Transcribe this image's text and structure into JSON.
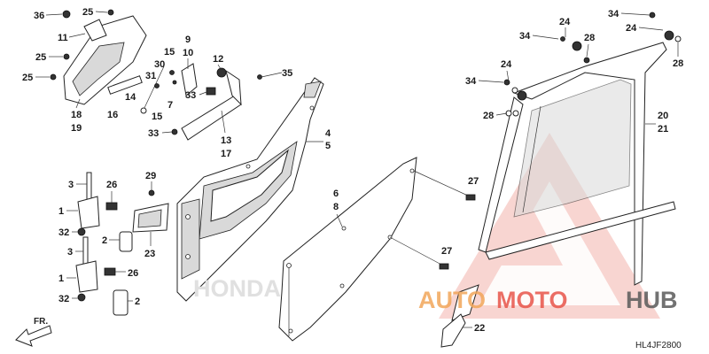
{
  "diagram": {
    "code": "HL4JF2800",
    "direction_label": "FR.",
    "engraved_brand": "HONDA",
    "callouts": {
      "c36": "36",
      "c25a": "25",
      "c11": "11",
      "c25b": "25",
      "c25c": "25",
      "c18": "18",
      "c19": "19",
      "c16": "16",
      "c14": "14",
      "c15a": "15",
      "c31": "31",
      "c30": "30",
      "c15b": "15",
      "c9": "9",
      "c10": "10",
      "c7": "7",
      "c12": "12",
      "c33a": "33",
      "c35": "35",
      "c33b": "33",
      "c13": "13",
      "c17": "17",
      "c4": "4",
      "c5": "5",
      "c3a": "3",
      "c26a": "26",
      "c1a": "1",
      "c32a": "32",
      "c2a": "2",
      "c29": "29",
      "c23": "23",
      "c3b": "3",
      "c1b": "1",
      "c26b": "26",
      "c32b": "32",
      "c2b": "2",
      "c6": "6",
      "c8": "8",
      "c27a": "27",
      "c27b": "27",
      "c34a": "34",
      "c24a": "24",
      "c28a": "28",
      "c34b": "34",
      "c24b": "24",
      "c28b": "28",
      "c34c": "34",
      "c24c": "24",
      "c28c": "28",
      "c20": "20",
      "c21": "21",
      "c22": "22"
    }
  },
  "watermark": {
    "brand_prefix": "AUTO",
    "brand_mid": "MOTO",
    "brand_suffix": "HUB",
    "color_red": "#e8554a",
    "color_orange": "#f2a65a",
    "color_gray": "#5a5a5a"
  }
}
